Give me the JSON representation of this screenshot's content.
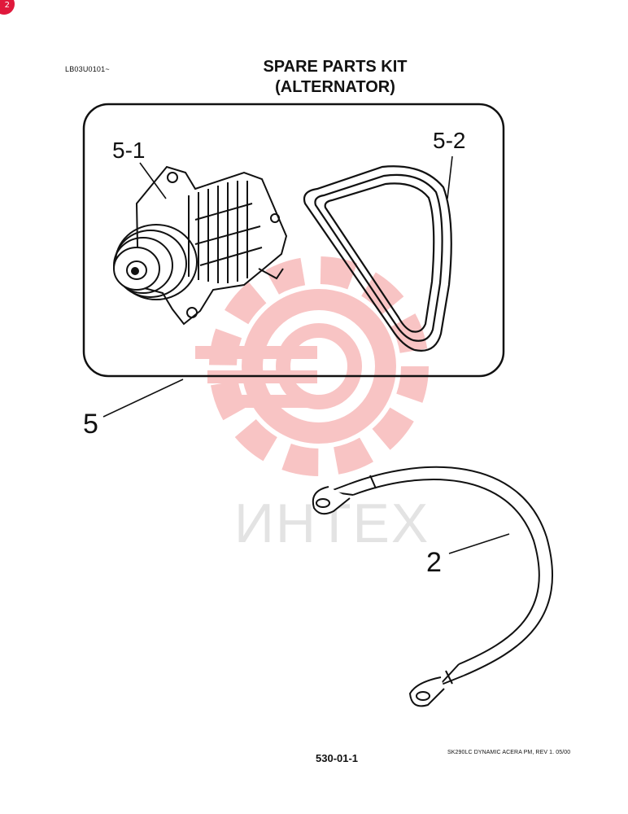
{
  "badge": {
    "text": "2"
  },
  "header": {
    "doc_code": "LB03U0101~",
    "title_line1": "SPARE PARTS KIT",
    "title_line2": "(ALTERNATOR)"
  },
  "callouts": {
    "kit": "5",
    "alternator": "5-1",
    "belt": "5-2",
    "cable": "2"
  },
  "watermark": {
    "text": "ИНТЕХ"
  },
  "footer": {
    "page_number": "530-01-1",
    "manual_ref": "SK290LC DYNAMIC ACERA PM, REV 1. 05/00"
  },
  "colors": {
    "line": "#111111",
    "watermark_red": "#f28a8a",
    "badge": "#e0193c"
  }
}
